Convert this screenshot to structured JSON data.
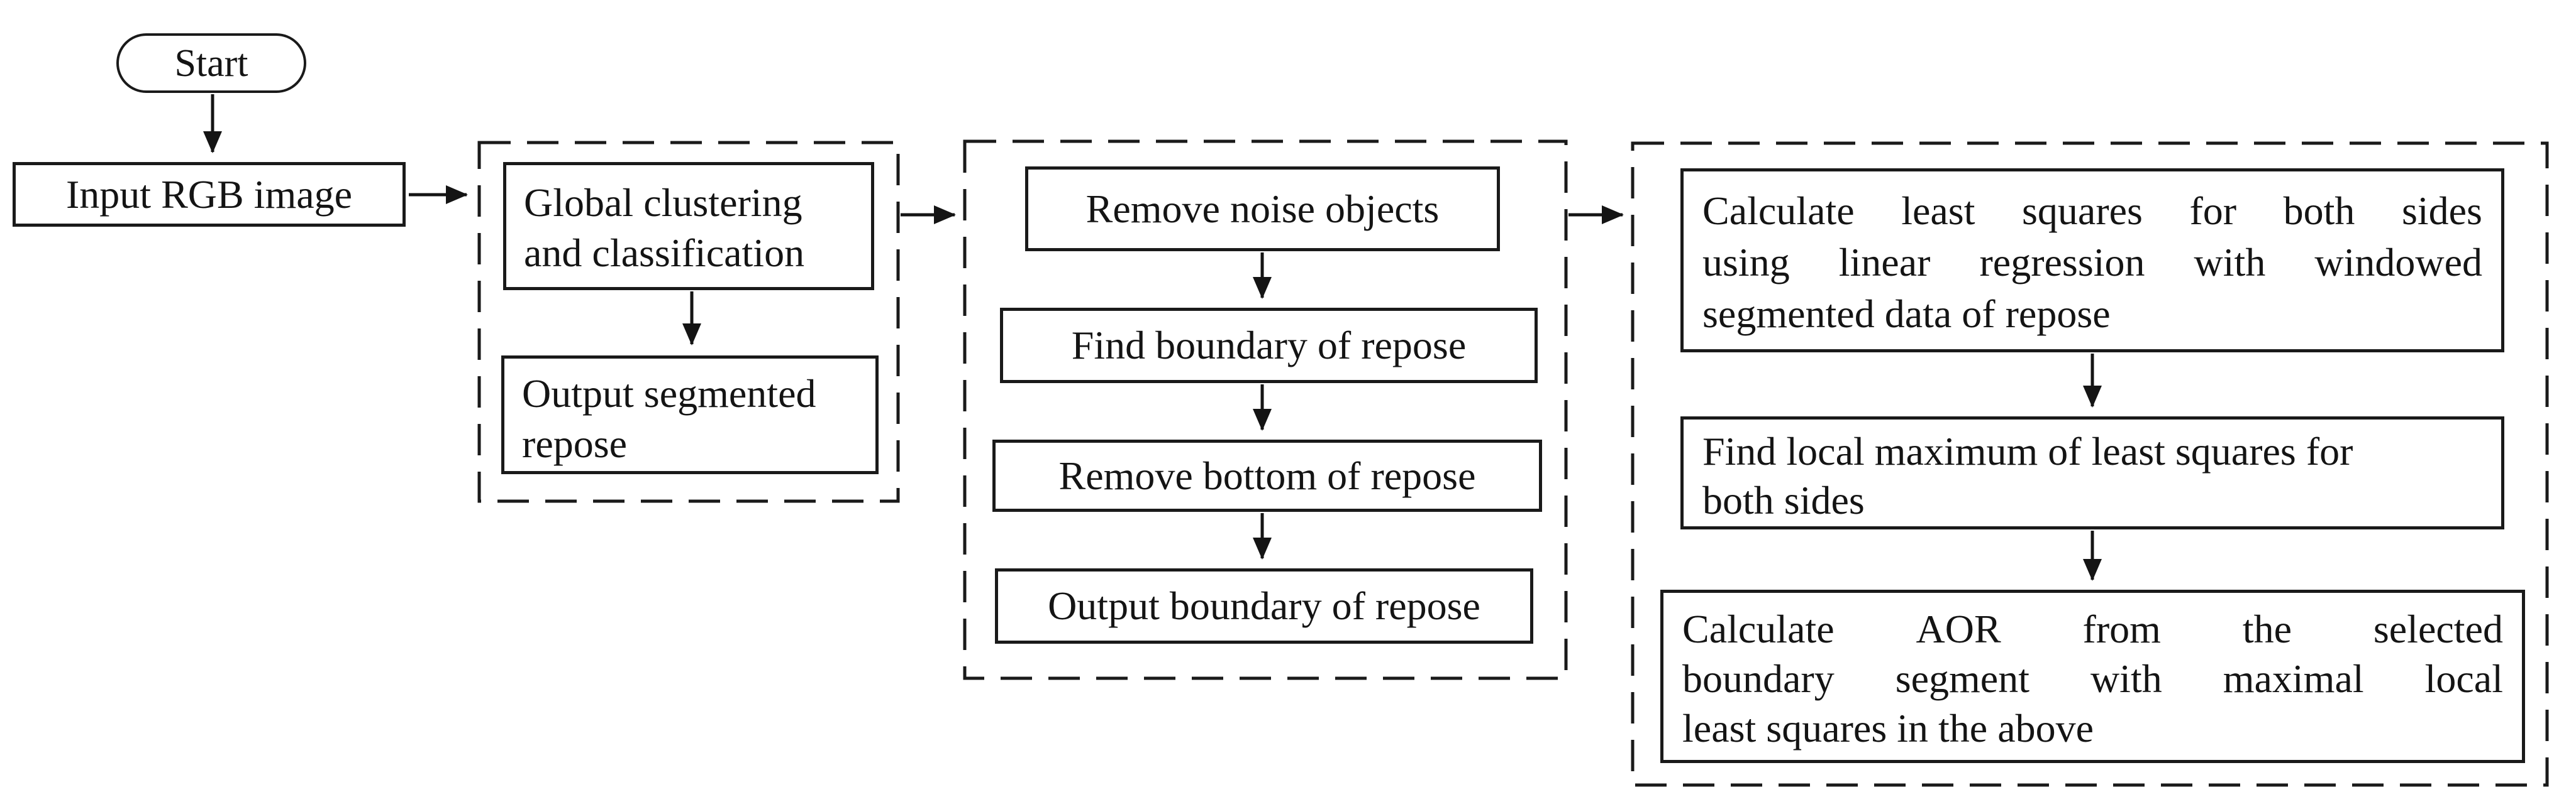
{
  "figure": {
    "type": "flowchart",
    "colors": {
      "background": "#ffffff",
      "stroke": "#1a1a1a",
      "text": "#141414"
    },
    "start_node": {
      "label": "Start"
    },
    "input_node": {
      "label": "Input RGB image"
    },
    "group_segmentation": {
      "boxes": [
        {
          "id": "global-clustering",
          "lines": [
            "Global clustering",
            "and classification"
          ]
        },
        {
          "id": "output-segmented-repose",
          "lines": [
            "Output segmented",
            "repose"
          ]
        }
      ]
    },
    "group_boundary": {
      "boxes": [
        {
          "id": "remove-noise-objects",
          "lines": [
            "Remove noise objects"
          ]
        },
        {
          "id": "find-boundary-of-repose",
          "lines": [
            "Find boundary of repose"
          ]
        },
        {
          "id": "remove-bottom-of-repose",
          "lines": [
            "Remove bottom of repose"
          ]
        },
        {
          "id": "output-boundary-of-repose",
          "lines": [
            "Output boundary of repose"
          ]
        }
      ]
    },
    "group_aor": {
      "boxes": [
        {
          "id": "calc-least-squares",
          "lines": [
            "Calculate least squares for both sides",
            "using linear regression with windowed",
            "segmented data of repose"
          ]
        },
        {
          "id": "find-local-maximum",
          "lines": [
            "Find local maximum of least squares for",
            "both sides"
          ]
        },
        {
          "id": "calc-aor",
          "lines": [
            "Calculate AOR from the selected",
            "boundary segment with maximal local",
            "least squares in the above"
          ]
        }
      ]
    }
  }
}
